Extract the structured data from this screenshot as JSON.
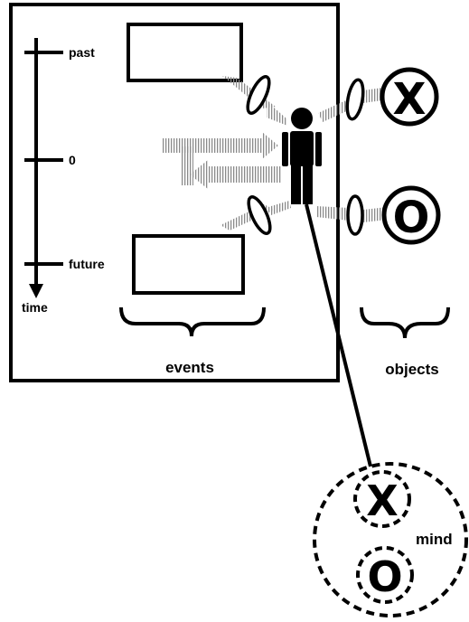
{
  "timeline": {
    "past_label": "past",
    "zero_label": "0",
    "future_label": "future",
    "axis_label": "time"
  },
  "groups": {
    "events_label": "events",
    "objects_label": "objects"
  },
  "objects": {
    "x_symbol": "X",
    "o_symbol": "O"
  },
  "mind": {
    "label": "mind",
    "x_symbol": "X",
    "o_symbol": "O"
  }
}
